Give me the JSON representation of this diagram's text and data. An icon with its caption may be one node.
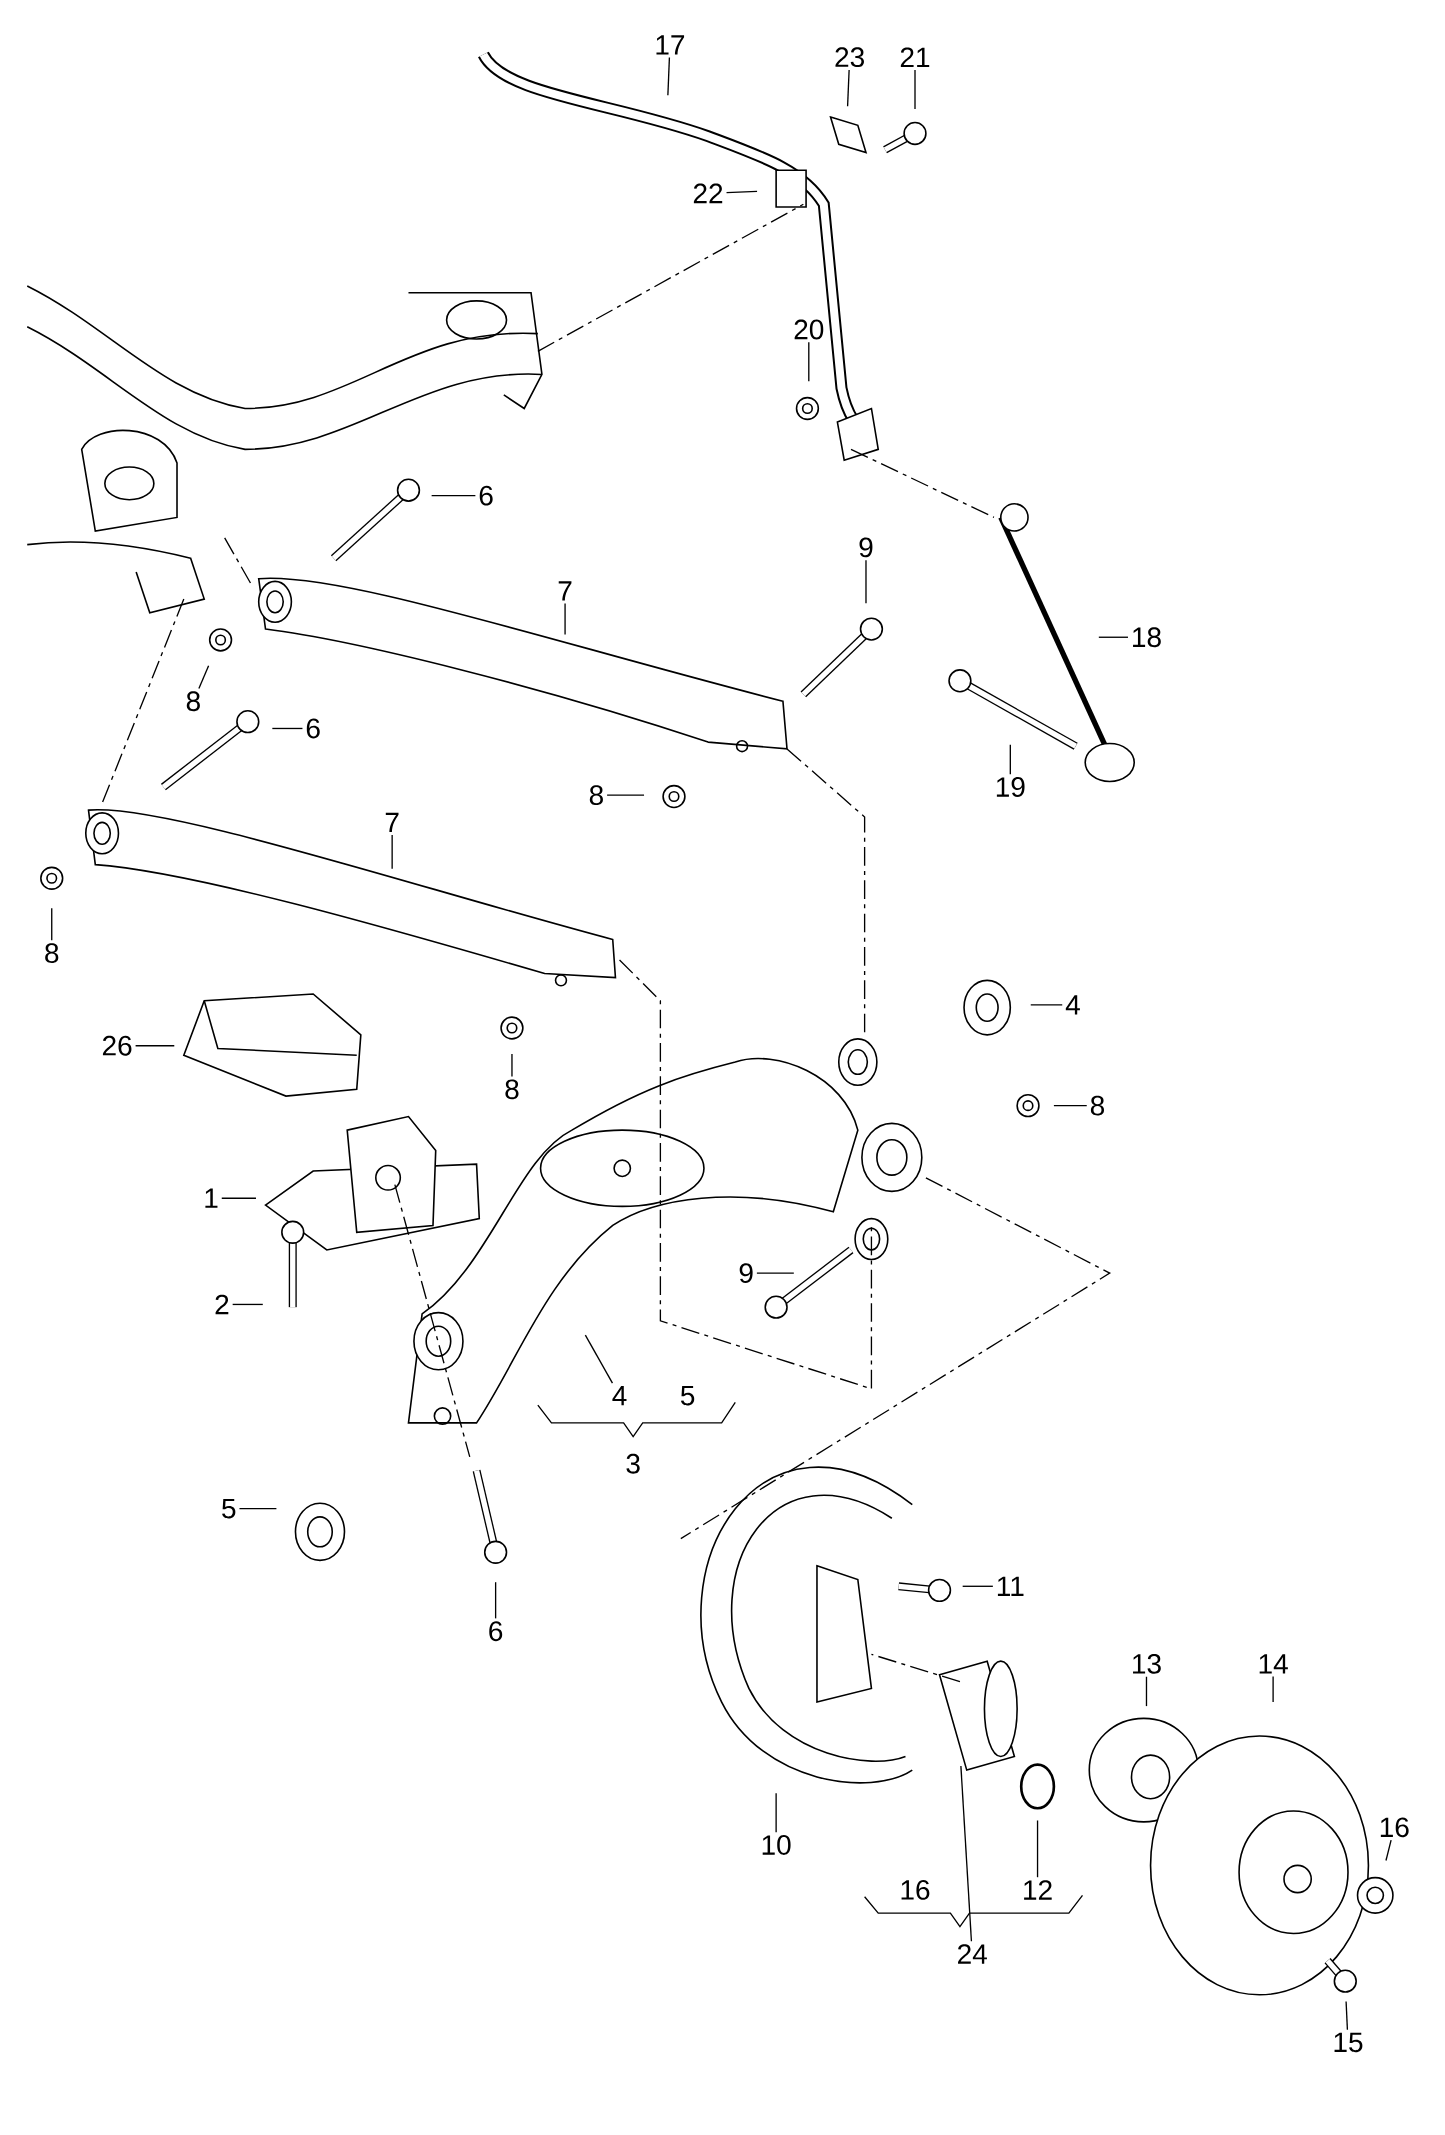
{
  "diagram": {
    "nodes": [
      {
        "text": [
          "17"
        ]
      },
      {
        "text": [
          "23"
        ]
      },
      {
        "text": [
          "21"
        ]
      },
      {
        "text": [
          "22"
        ]
      },
      {
        "text": [
          "20"
        ]
      },
      {
        "text": [
          "6"
        ]
      },
      {
        "text": [
          "9"
        ]
      },
      {
        "text": [
          "7"
        ]
      },
      {
        "text": [
          "18"
        ]
      },
      {
        "text": [
          "8"
        ]
      },
      {
        "text": [
          "6"
        ]
      },
      {
        "text": [
          "19"
        ]
      },
      {
        "text": [
          "8"
        ]
      },
      {
        "text": [
          "7"
        ]
      },
      {
        "text": [
          "8"
        ]
      },
      {
        "text": [
          "4"
        ]
      },
      {
        "text": [
          "26"
        ]
      },
      {
        "text": [
          "8"
        ]
      },
      {
        "text": [
          "8"
        ]
      },
      {
        "text": [
          "1"
        ]
      },
      {
        "text": [
          "9"
        ]
      },
      {
        "text": [
          "2"
        ]
      },
      {
        "text": [
          "4"
        ]
      },
      {
        "text": [
          "5"
        ]
      },
      {
        "text": [
          "11"
        ]
      },
      {
        "text": [
          "6"
        ]
      },
      {
        "text": [
          "13"
        ]
      },
      {
        "text": [
          "14"
        ]
      },
      {
        "text": [
          "10"
        ]
      },
      {
        "text": [
          "16"
        ]
      },
      {
        "text": [
          "12"
        ]
      },
      {
        "text": [
          "24"
        ]
      },
      {
        "text": [
          "15"
        ]
      }
    ],
    "edges": [
      {
        "from": 0,
        "to": null,
        "arrow": "none"
      },
      {
        "from": 1,
        "to": null,
        "arrow": "none"
      },
      {
        "from": 2,
        "to": null,
        "arrow": "none"
      },
      {
        "from": 3,
        "to": null,
        "arrow": "none"
      },
      {
        "from": 4,
        "to": null,
        "arrow": "none"
      },
      {
        "from": 5,
        "to": null,
        "arrow": "none"
      },
      {
        "from": 6,
        "to": null,
        "arrow": "none"
      },
      {
        "from": 7,
        "to": null,
        "arrow": "none"
      },
      {
        "from": 8,
        "to": null,
        "arrow": "none"
      },
      {
        "from": 9,
        "to": null,
        "arrow": "none"
      },
      {
        "from": 10,
        "to": null,
        "arrow": "none"
      },
      {
        "from": 11,
        "to": null,
        "arrow": "none"
      },
      {
        "from": 12,
        "to": null,
        "arrow": "none"
      },
      {
        "from": 13,
        "to": null,
        "arrow": "none"
      },
      {
        "from": 14,
        "to": null,
        "arrow": "none"
      },
      {
        "from": 15,
        "to": null,
        "arrow": "none"
      },
      {
        "from": 16,
        "to": null,
        "arrow": "none"
      },
      {
        "from": 17,
        "to": null,
        "arrow": "none"
      },
      {
        "from": 18,
        "to": null,
        "arrow": "none"
      },
      {
        "from": 19,
        "to": null,
        "arrow": "none"
      },
      {
        "from": 20,
        "to": null,
        "arrow": "none"
      },
      {
        "from": 21,
        "to": null,
        "arrow": "none"
      },
      {
        "from": 22,
        "to": null,
        "arrow": "none"
      },
      {
        "from": 23,
        "to": null,
        "arrow": "none"
      },
      {
        "from": 24,
        "to": null,
        "arrow": "none"
      },
      {
        "from": 25,
        "to": null,
        "arrow": "none"
      },
      {
        "from": 26,
        "to": null,
        "arrow": "none"
      },
      {
        "from": 27,
        "to": null,
        "arrow": "none"
      },
      {
        "from": 28,
        "to": null,
        "arrow": "none"
      },
      {
        "from": 29,
        "to": null,
        "arrow": "none"
      },
      {
        "from": 30,
        "to": null,
        "arrow": "none"
      },
      {
        "from": 31,
        "to": null,
        "arrow": "none"
      },
      {
        "from": 32,
        "to": null,
        "arrow": "none"
      }
    ],
    "labels": [
      "5",
      "3",
      "16"
    ]
  }
}
